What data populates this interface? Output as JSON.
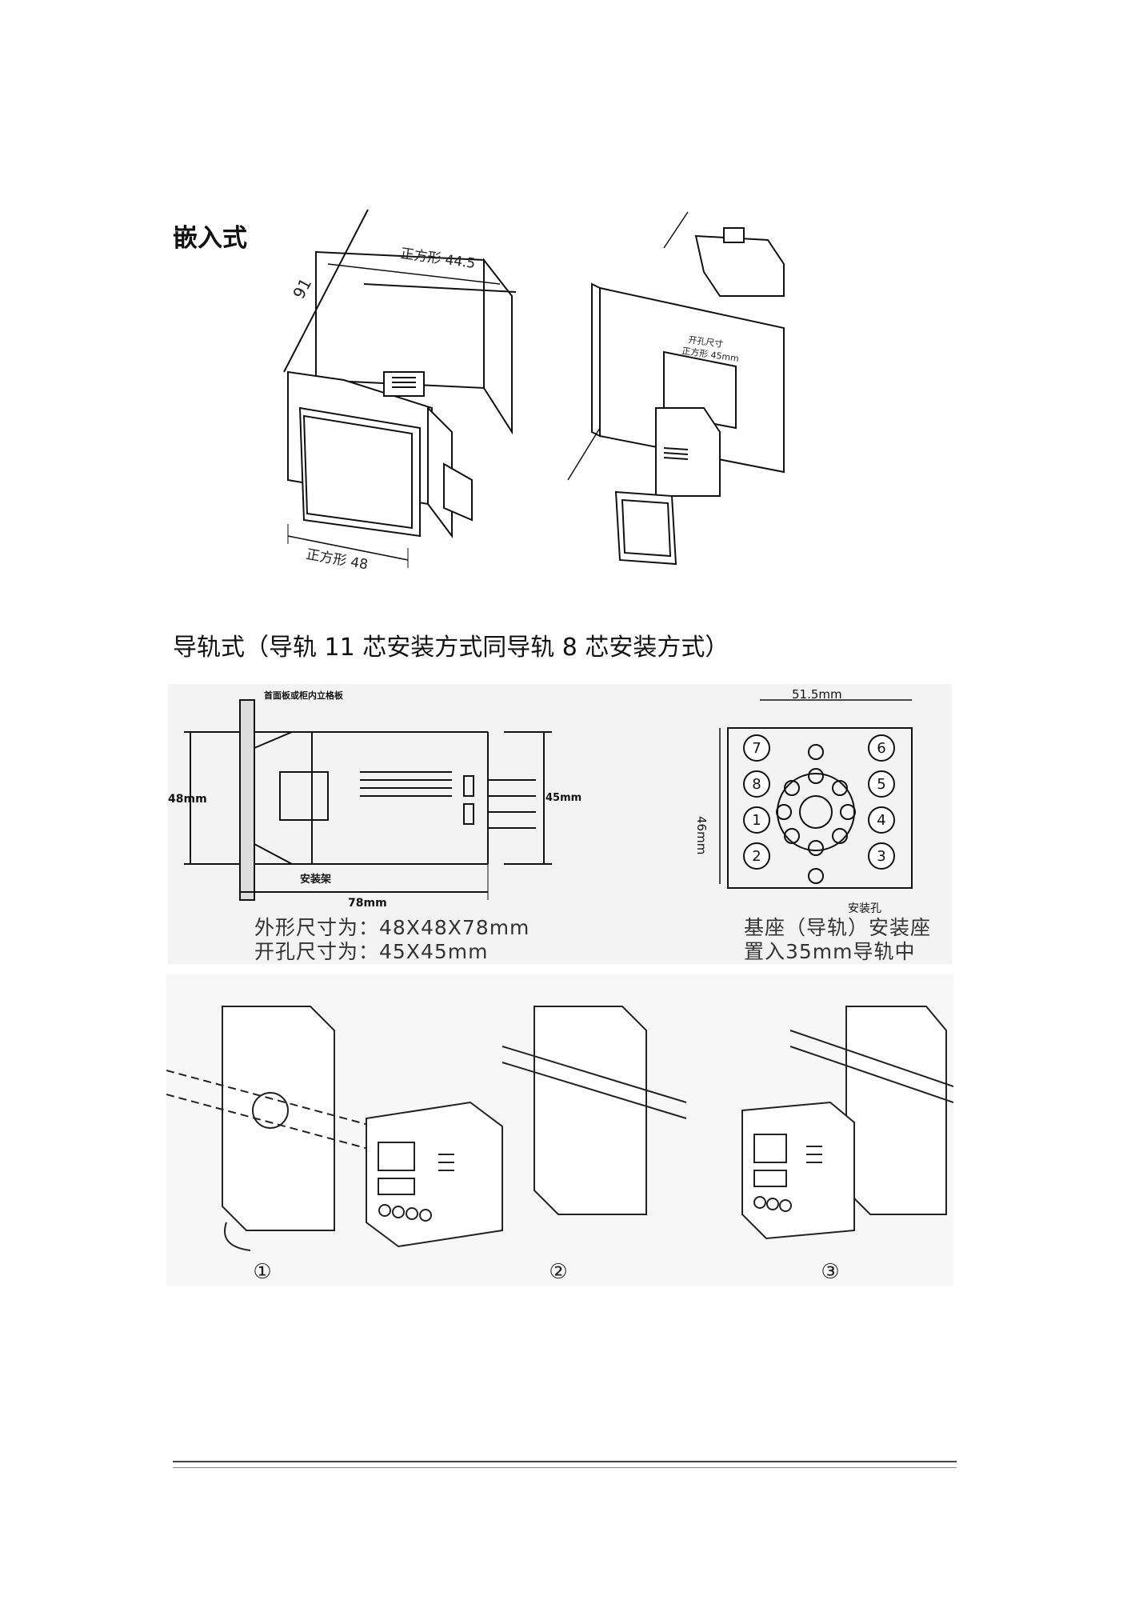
{
  "section_flush": {
    "heading": "嵌入式"
  },
  "flush_labels": {
    "depth": "91",
    "top_size": "正方形 44.5",
    "front_size": "正方形 48",
    "cutout_line1": "开孔尺寸",
    "cutout_line2": "正方形 45mm"
  },
  "section_rail": {
    "heading": "导轨式（导轨 11 芯安装方式同导轨 8 芯安装方式）"
  },
  "rail_labels": {
    "panel_label": "首面板或柜内立格板",
    "height": "48mm",
    "inner_height": "45mm",
    "bracket": "安装架",
    "length": "78mm",
    "dim_line1": "外形尺寸为：48X48X78mm",
    "dim_line2": "开孔尺寸为：45X45mm",
    "base_width": "51.5mm",
    "base_height": "46mm",
    "mount_hole": "安装孔",
    "base_line1": "基座（导轨）安装座",
    "base_line2": "置入35mm导轨中"
  },
  "terminals": [
    "7",
    "8",
    "1",
    "2",
    "6",
    "5",
    "4",
    "3"
  ],
  "steps": [
    "①",
    "②",
    "③"
  ]
}
